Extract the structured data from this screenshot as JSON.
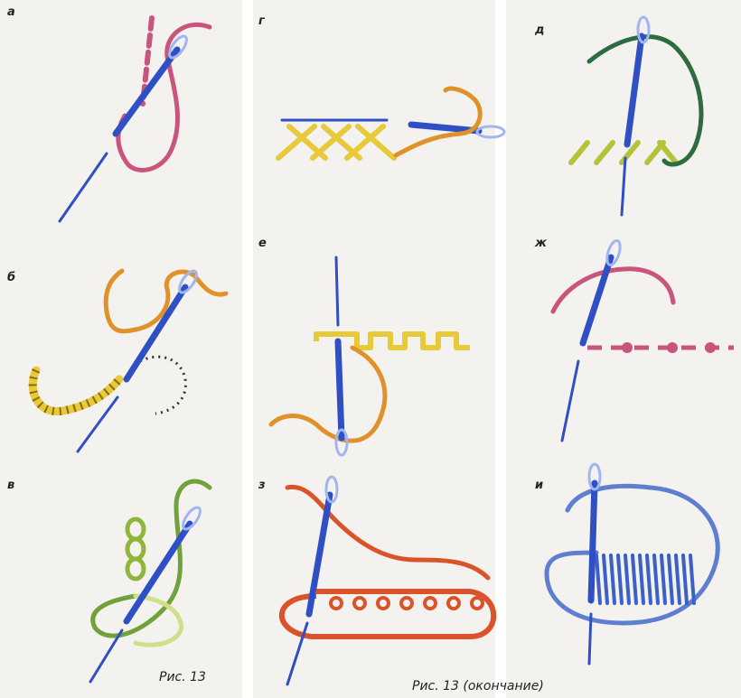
{
  "panels": [
    {
      "id": "a",
      "label": "а"
    },
    {
      "id": "b",
      "label": "б"
    },
    {
      "id": "v",
      "label": "в"
    },
    {
      "id": "g",
      "label": "г"
    },
    {
      "id": "e",
      "label": "е"
    },
    {
      "id": "z",
      "label": "з"
    },
    {
      "id": "d",
      "label": "д"
    },
    {
      "id": "zh",
      "label": "ж"
    },
    {
      "id": "i",
      "label": "и"
    }
  ],
  "captions": {
    "left": "Рис. 13",
    "right": "Рис. 13 (окончание)"
  },
  "colors": {
    "needle": "#2f4fc4",
    "needle_light": "#9fb6f0",
    "pink": "#c9557f",
    "orange": "#e0922a",
    "yellow": "#e8c93a",
    "green": "#6fa23a",
    "dark_green": "#2e6b3e",
    "red_orange": "#d9542a",
    "blue_thread": "#5e7fd0",
    "background": "#f4f2ee"
  }
}
